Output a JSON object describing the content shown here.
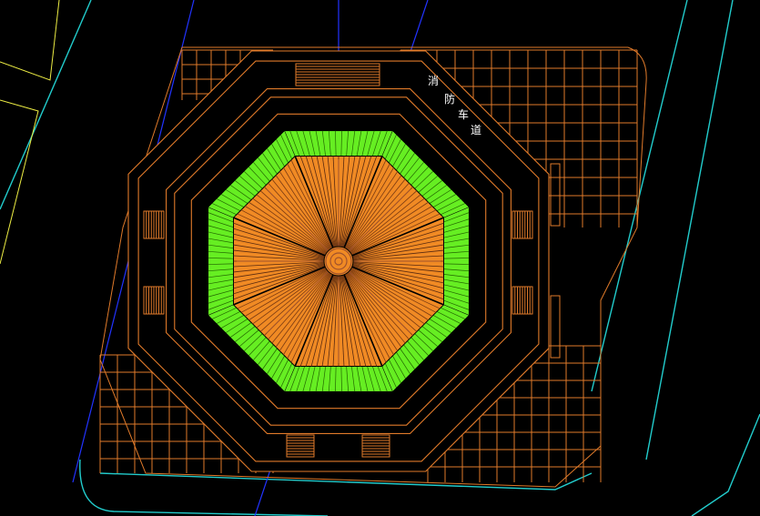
{
  "drawing": {
    "label_chars": [
      "消",
      "防",
      "车",
      "道"
    ],
    "colors": {
      "background": "#000000",
      "paving": "#e07a2a",
      "roof_core": "#f08a24",
      "roof_ridge": "#a0522d",
      "eave_green": "#66ee22",
      "road_cyan": "#22cccc",
      "axis_blue": "#2233ff",
      "boundary_yellow": "#eeee44",
      "text": "#ffffff"
    }
  }
}
